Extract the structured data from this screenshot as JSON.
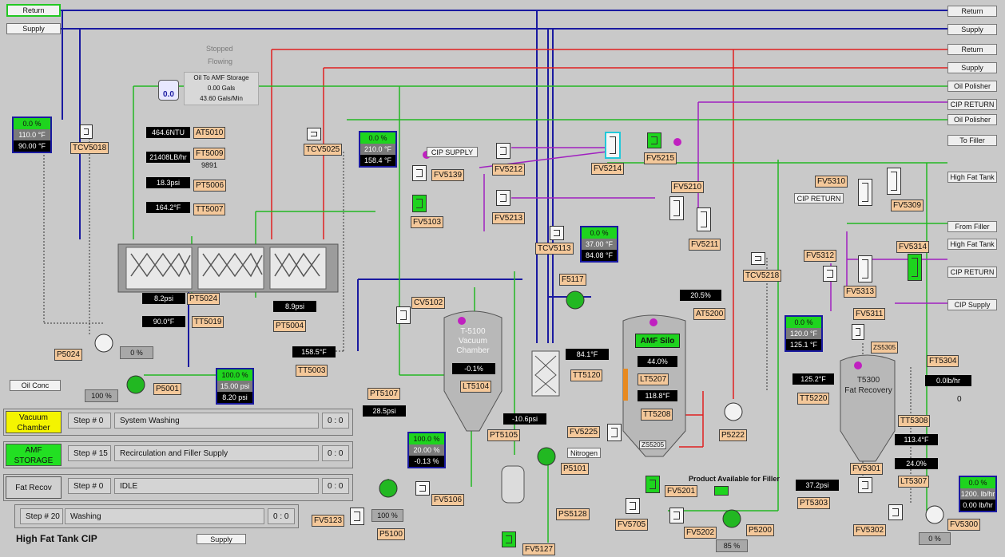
{
  "header": {
    "return_left": "Return",
    "supply_left": "Supply",
    "status_stopped": "Stopped",
    "status_flowing": "Flowing",
    "amf_gauge": "0.0",
    "oil_amf_title": "Oil To AMF Storage",
    "oil_amf_gals": "0.00 Gals",
    "oil_amf_rate": "43.60 Gals/Min"
  },
  "right_labels": [
    "Return",
    "Supply",
    "Return",
    "Supply",
    "Oil Polisher",
    "CIP RETURN",
    "Oil Polisher",
    "To Filler",
    "High Fat Tank",
    "From Filler",
    "High Fat Tank",
    "CIP RETURN",
    "CIP Supply"
  ],
  "left_instruments": {
    "box_a": [
      "0.0 %",
      "110.0 °F",
      "90.00 °F"
    ],
    "tcv5018": "TCV5018",
    "at5010_val": "464.6NTU",
    "at5010": "AT5010",
    "ft5009_val": "21408LB/hr",
    "ft5009": "FT5009",
    "ft5009_sub": "9891",
    "pt5006_val": "18.3psi",
    "pt5006": "PT5006",
    "tt5007_val": "164.2°F",
    "tt5007": "TT5007",
    "tcv5025": "TCV5025",
    "box_b": [
      "0.0 %",
      "210.0 °F",
      "158.4 °F"
    ],
    "pt5024_val": "8.2psi",
    "pt5024": "PT5024",
    "tt5019_val": "90.0°F",
    "tt5019": "TT5019",
    "pt5004_val": "8.9psi",
    "pt5004": "PT5004",
    "tt5003_val": "158.5°F",
    "tt5003": "TT5003",
    "p5024": "P5024",
    "p5024_pct": "0 %",
    "oil_conc": "Oil Conc",
    "p5001": "P5001",
    "p5001_pct": "100 %",
    "box_c": [
      "100.0 %",
      "15.00 psi",
      "8.20 psi"
    ]
  },
  "center": {
    "cip_supply": "CIP SUPPLY",
    "fv5139": "FV5139",
    "fv5212": "FV5212",
    "fv5213": "FV5213",
    "fv5103": "FV5103",
    "fv5214": "FV5214",
    "fv5215": "FV5215",
    "tcv5113": "TCV5113",
    "box_d": [
      "0.0 %",
      "37.00 °F",
      "84.08 °F"
    ],
    "f5117": "F5117",
    "cv5102": "CV5102",
    "tank_t5100": "T-5100\nVacuum\nChamber",
    "lt5104_val": "-0.1%",
    "lt5104": "LT5104",
    "tt5120_val": "84.1°F",
    "tt5120": "TT5120",
    "pt5107": "PT5107",
    "pt5107_val": "28.5psi",
    "pt5105_val": "-10.6psi",
    "pt5105": "PT5105",
    "box_e": [
      "100.0 %",
      "20.00 %",
      "-0.13 %"
    ],
    "fv5106": "FV5106",
    "p5100": "P5100",
    "p5100_pct": "100 %",
    "fv5123": "FV5123",
    "fv5127": "FV5127",
    "p5101": "P5101",
    "ps5128": "PS5128",
    "fv5225": "FV5225",
    "nitrogen": "Nitrogen"
  },
  "amf_silo": {
    "fv5210": "FV5210",
    "fv5211": "FV5211",
    "at5200_val": "20.5%",
    "at5200": "AT5200",
    "label": "AMF Silo",
    "lt5207_val": "44.0%",
    "lt5207": "LT5207",
    "tt5208_val": "118.8°F",
    "tt5208": "TT5208",
    "zs5205": "ZS5205",
    "fv5201": "FV5201",
    "fv5705": "FV5705",
    "fv5202": "FV5202",
    "p5200": "P5200",
    "p5200_pct": "85 %",
    "p5222": "P5222",
    "product_available": "Product Available for Filler",
    "pt5303_val": "37.2psi",
    "pt5303": "PT5303",
    "tcv5218": "TCV5218",
    "box_f": [
      "0.0 %",
      "120.0 °F",
      "125.1 °F"
    ],
    "tt5220_val": "125.2°F",
    "tt5220": "TT5220"
  },
  "t5300": {
    "fv5310": "FV5310",
    "cip_return": "CIP RETURN",
    "fv5309": "FV5309",
    "fv5312": "FV5312",
    "fv5313": "FV5313",
    "fv5314": "FV5314",
    "fv5311": "FV5311",
    "zs5305": "ZS5305",
    "tank": "T5300\nFat Recovery",
    "ft5304": "FT5304",
    "ft5304_val": "0.0lb/hr",
    "ft5304_sub": "0",
    "tt5308": "TT5308",
    "tt5308_val": "113.4°F",
    "lt5307_val": "24.0%",
    "lt5307": "LT5307",
    "fv5301": "FV5301",
    "fv5302": "FV5302",
    "fv5300": "FV5300",
    "p5300_pct": "0 %",
    "box_g": [
      "0.0 %",
      "1200. lb/hr",
      "0.00 lb/hr"
    ]
  },
  "steps": [
    {
      "btn": "Vacuum\nChamber",
      "btn_color": "#f4f400",
      "step": "Step # 0",
      "desc": "System Washing",
      "time": "0 : 0"
    },
    {
      "btn": "AMF\nSTORAGE",
      "btn_color": "#22e022",
      "step": "Step # 15",
      "desc": "Recirculation and Filler Supply",
      "time": "0 : 0"
    },
    {
      "btn": "Fat Recov",
      "btn_color": "#d0d0d0",
      "step": "Step # 0",
      "desc": "IDLE",
      "time": "0 : 0"
    }
  ],
  "step4": {
    "step": "Step # 20",
    "desc": "Washing",
    "time": "0 : 0"
  },
  "footer": {
    "title": "High Fat Tank CIP",
    "supply": "Supply"
  }
}
